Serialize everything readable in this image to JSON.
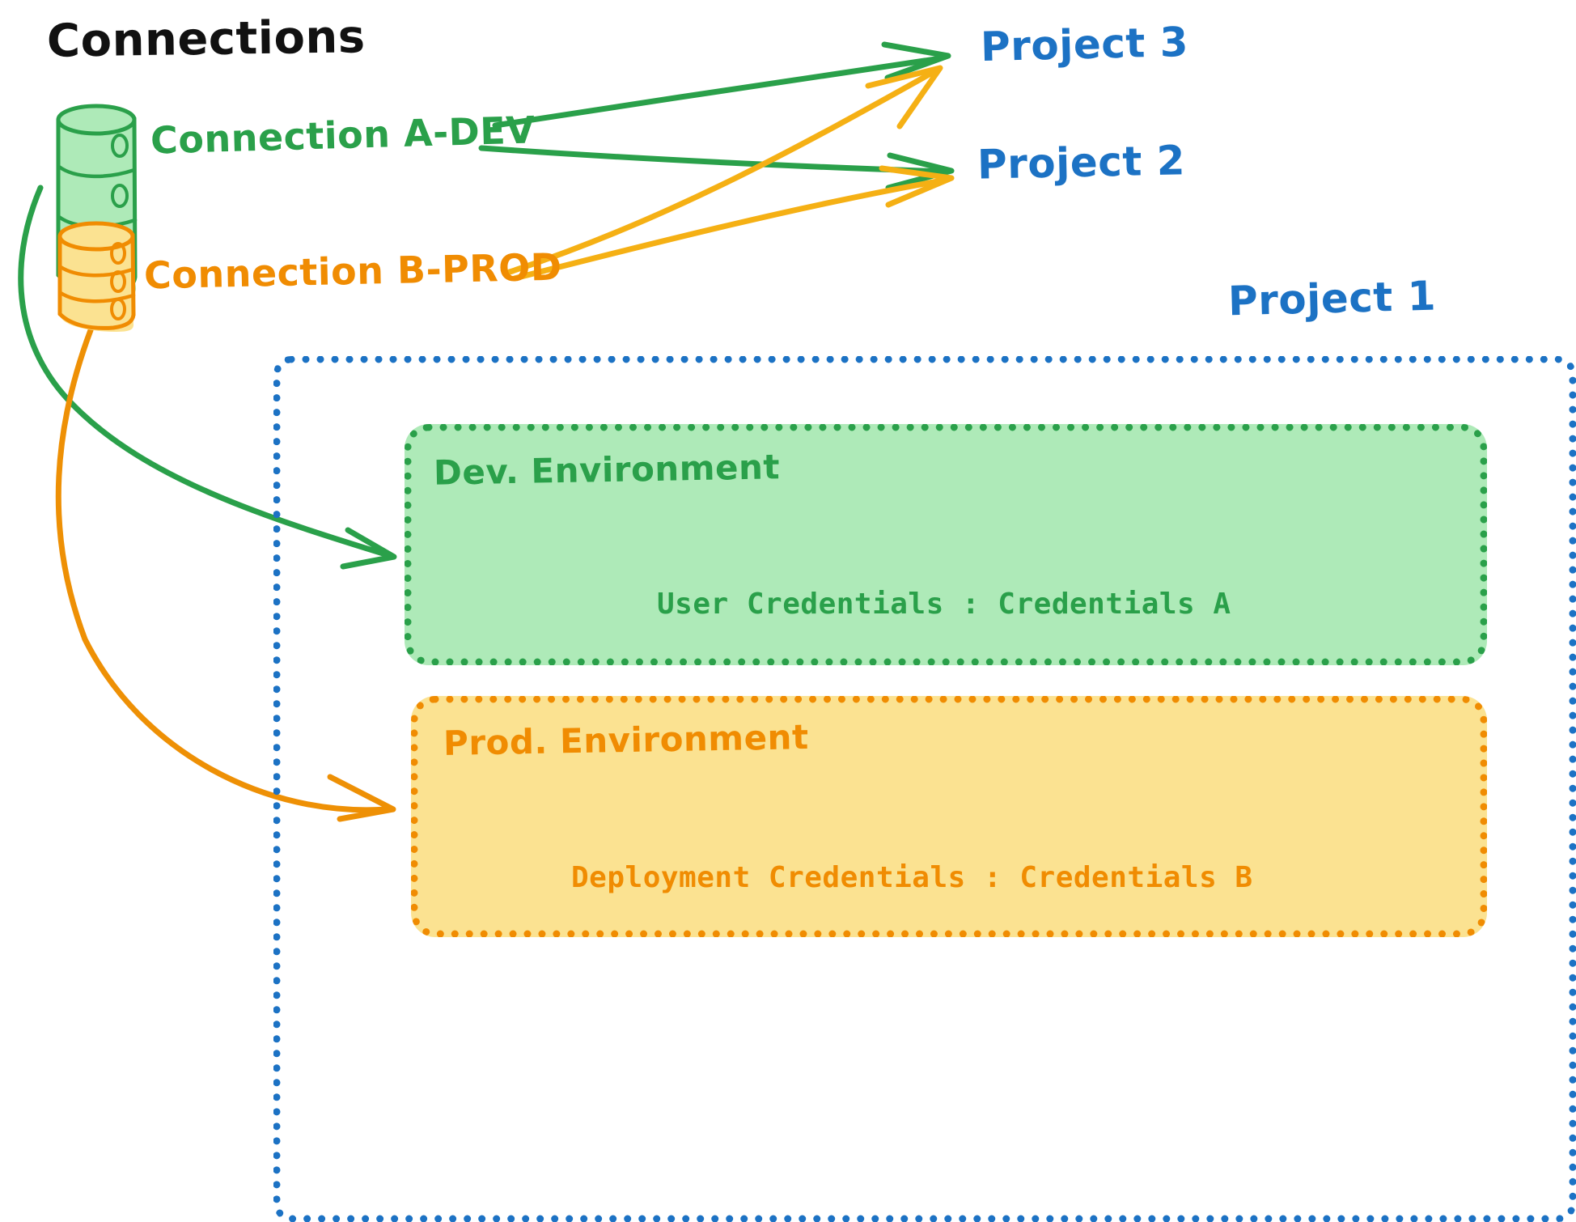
{
  "diagram": {
    "title": "Connections",
    "title_color": "#111111",
    "background": "#ffffff",
    "style": "hand-drawn architecture diagram"
  },
  "connections": [
    {
      "id": "connection-a",
      "label": "Connection A-DEV",
      "color": "#2aa04a",
      "icon": "database-cylinder-icon",
      "icon_fill": "#aeeab8",
      "targets": [
        "Project 3",
        "Project 2",
        "Dev. Environment"
      ]
    },
    {
      "id": "connection-b",
      "label": "Connection B-PROD",
      "color": "#f08c02",
      "icon": "database-cylinder-icon",
      "icon_fill": "#fbe291",
      "targets": [
        "Project 3",
        "Project 2",
        "Prod. Environment"
      ]
    }
  ],
  "projects": [
    {
      "id": "project-3",
      "label": "Project 3",
      "color": "#1c72c4"
    },
    {
      "id": "project-2",
      "label": "Project 2",
      "color": "#1c72c4"
    },
    {
      "id": "project-1",
      "label": "Project 1",
      "color": "#1c72c4"
    }
  ],
  "project1": {
    "label": "Project 1",
    "border_color": "#1c72c4",
    "environments": [
      {
        "id": "dev-environment",
        "label": "Dev. Environment",
        "credentials": "User Credentials : Credentials A",
        "fill": "#aeeab8",
        "border_color": "#2aa04a",
        "text_color": "#2aa04a"
      },
      {
        "id": "prod-environment",
        "label": "Prod. Environment",
        "credentials": "Deployment Credentials : Credentials B",
        "fill": "#fbe291",
        "border_color": "#f08c02",
        "text_color": "#f08c02"
      }
    ]
  },
  "colors": {
    "green": "#2aa04a",
    "green_fill": "#aeeab8",
    "orange": "#f08c02",
    "orange_fill": "#fbe291",
    "blue": "#1c72c4",
    "black": "#111111"
  }
}
